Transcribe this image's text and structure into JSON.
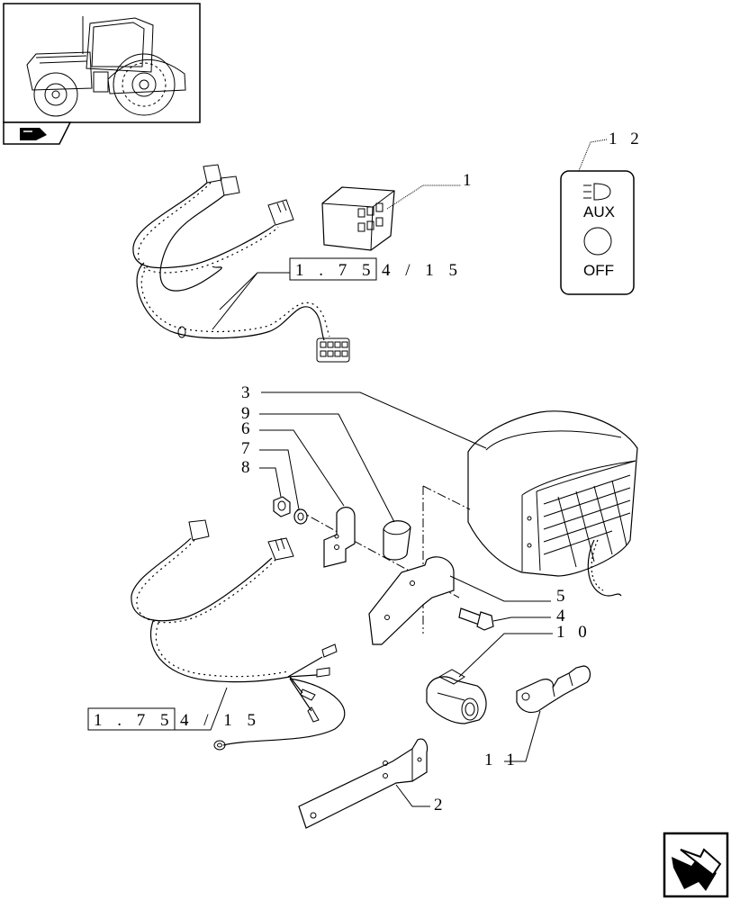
{
  "callouts": {
    "c1": "1",
    "c2": "2",
    "c3": "3",
    "c4": "4",
    "c5": "5",
    "c6": "6",
    "c7": "7",
    "c8": "8",
    "c9": "9",
    "c10": "1 0",
    "c11": "1 1",
    "c12": "1 2"
  },
  "references": {
    "top_boxed": "1 . 7 5 .",
    "top_rest": "4 / 1 5",
    "bottom_boxed": "1 . 7 5 .",
    "bottom_rest": "4 / 1 5"
  },
  "switch_panel": {
    "label_top": "AUX",
    "label_bottom": "OFF",
    "icon": "headlight-icon"
  },
  "icons": {
    "thumbnail": "tractor-thumbnail",
    "thumbnail_badge": "book-icon",
    "navigation": "next-page-arrow-icon"
  }
}
